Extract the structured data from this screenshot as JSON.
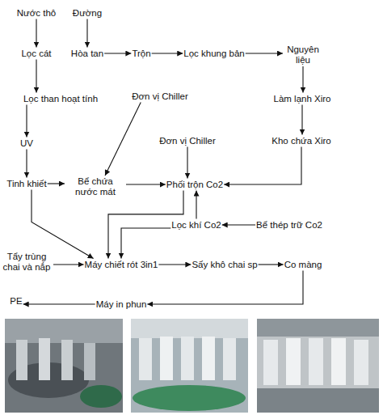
{
  "diagram": {
    "nodes": [
      {
        "text": [
          "Nước thô"
        ]
      },
      {
        "text": [
          "Đường"
        ]
      },
      {
        "text": [
          "Lọc cát"
        ]
      },
      {
        "text": [
          "Hòa tan"
        ]
      },
      {
        "text": [
          "Trộn"
        ]
      },
      {
        "text": [
          "Lọc khung bản"
        ]
      },
      {
        "text": [
          "Nguyên liệu"
        ]
      },
      {
        "text": [
          "Lọc than hoạt tính"
        ]
      },
      {
        "text": [
          "Đơn vị Chiller"
        ]
      },
      {
        "text": [
          "Làm lạnh Xiro"
        ]
      },
      {
        "text": [
          "UV"
        ]
      },
      {
        "text": [
          "Đơn vị Chiller"
        ]
      },
      {
        "text": [
          "Kho chứa Xiro"
        ]
      },
      {
        "text": [
          "Tinh khiết"
        ]
      },
      {
        "text": [
          "Bể chứa nước mát"
        ]
      },
      {
        "text": [
          "Phối trộn Co2"
        ]
      },
      {
        "text": [
          "Lọc khí Co2"
        ]
      },
      {
        "text": [
          "Bể thép trữ Co2"
        ]
      },
      {
        "text": [
          "Tẩy trùng chai và nắp"
        ]
      },
      {
        "text": [
          "Máy chiết rót 3in1"
        ]
      },
      {
        "text": [
          "Sấy khô chai sp"
        ]
      },
      {
        "text": [
          "Co màng"
        ]
      },
      {
        "text": [
          "PE"
        ]
      },
      {
        "text": [
          "Máy in phun"
        ]
      }
    ],
    "edges": [
      {
        "from": 0,
        "to": 2,
        "arrow": "to"
      },
      {
        "from": 1,
        "to": 3,
        "arrow": "to"
      },
      {
        "from": 2,
        "to": 7,
        "arrow": "to"
      },
      {
        "from": 3,
        "to": 4,
        "arrow": "to"
      },
      {
        "from": 4,
        "to": 5,
        "arrow": "to"
      },
      {
        "from": 5,
        "to": 6,
        "arrow": "to"
      },
      {
        "from": 6,
        "to": 9,
        "arrow": "to"
      },
      {
        "from": 7,
        "to": 10,
        "arrow": "to"
      },
      {
        "from": 9,
        "to": 12,
        "arrow": "to"
      },
      {
        "from": 10,
        "to": 13,
        "arrow": "to"
      },
      {
        "from": 8,
        "to": 14,
        "arrow": "to"
      },
      {
        "from": 13,
        "to": 14,
        "arrow": "to"
      },
      {
        "from": 14,
        "to": 15,
        "arrow": "to"
      },
      {
        "from": 11,
        "to": 15,
        "arrow": "to"
      },
      {
        "from": 12,
        "to": 15,
        "arrow": "to"
      },
      {
        "from": 17,
        "to": 16,
        "arrow": "to"
      },
      {
        "from": 16,
        "to": 15,
        "arrow": "to"
      },
      {
        "from": 15,
        "to": 19,
        "arrow": "to"
      },
      {
        "from": 16,
        "to": 19,
        "arrow": "to"
      },
      {
        "from": 13,
        "to": 19,
        "arrow": "to"
      },
      {
        "from": 18,
        "to": 19,
        "arrow": "to"
      },
      {
        "from": 19,
        "to": 20,
        "arrow": "to"
      },
      {
        "from": 20,
        "to": 21,
        "arrow": "to"
      },
      {
        "from": 21,
        "to": 23,
        "arrow": "to"
      },
      {
        "from": 23,
        "to": 22,
        "arrow": "to"
      }
    ]
  }
}
